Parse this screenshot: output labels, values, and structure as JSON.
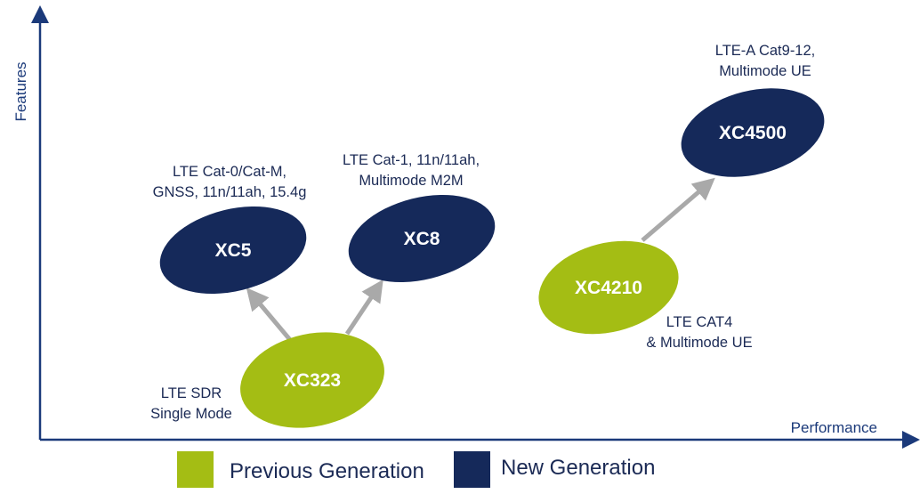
{
  "axes": {
    "x_label": "Performance",
    "y_label": "Features"
  },
  "colors": {
    "previous": "#a4bd14",
    "new": "#15295a",
    "axis": "#1b3a7a",
    "arrow": "#a9a9a9"
  },
  "nodes": {
    "xc323": {
      "label": "XC323",
      "generation": "previous"
    },
    "xc5": {
      "label": "XC5",
      "generation": "new"
    },
    "xc8": {
      "label": "XC8",
      "generation": "new"
    },
    "xc4210": {
      "label": "XC4210",
      "generation": "previous"
    },
    "xc4500": {
      "label": "XC4500",
      "generation": "new"
    }
  },
  "captions": {
    "xc323": [
      "LTE SDR",
      "Single Mode"
    ],
    "xc5": [
      "LTE Cat-0/Cat-M,",
      "GNSS, 11n/11ah, 15.4g"
    ],
    "xc8": [
      "LTE Cat-1, 11n/11ah,",
      "Multimode M2M"
    ],
    "xc4210": [
      "LTE CAT4",
      "& Multimode UE"
    ],
    "xc4500": [
      "LTE-A Cat9-12,",
      "Multimode UE"
    ]
  },
  "edges": [
    {
      "from": "xc323",
      "to": "xc5"
    },
    {
      "from": "xc323",
      "to": "xc8"
    },
    {
      "from": "xc4210",
      "to": "xc4500"
    }
  ],
  "legend": {
    "previous_label": "Previous Generation",
    "new_label": "New Generation"
  }
}
